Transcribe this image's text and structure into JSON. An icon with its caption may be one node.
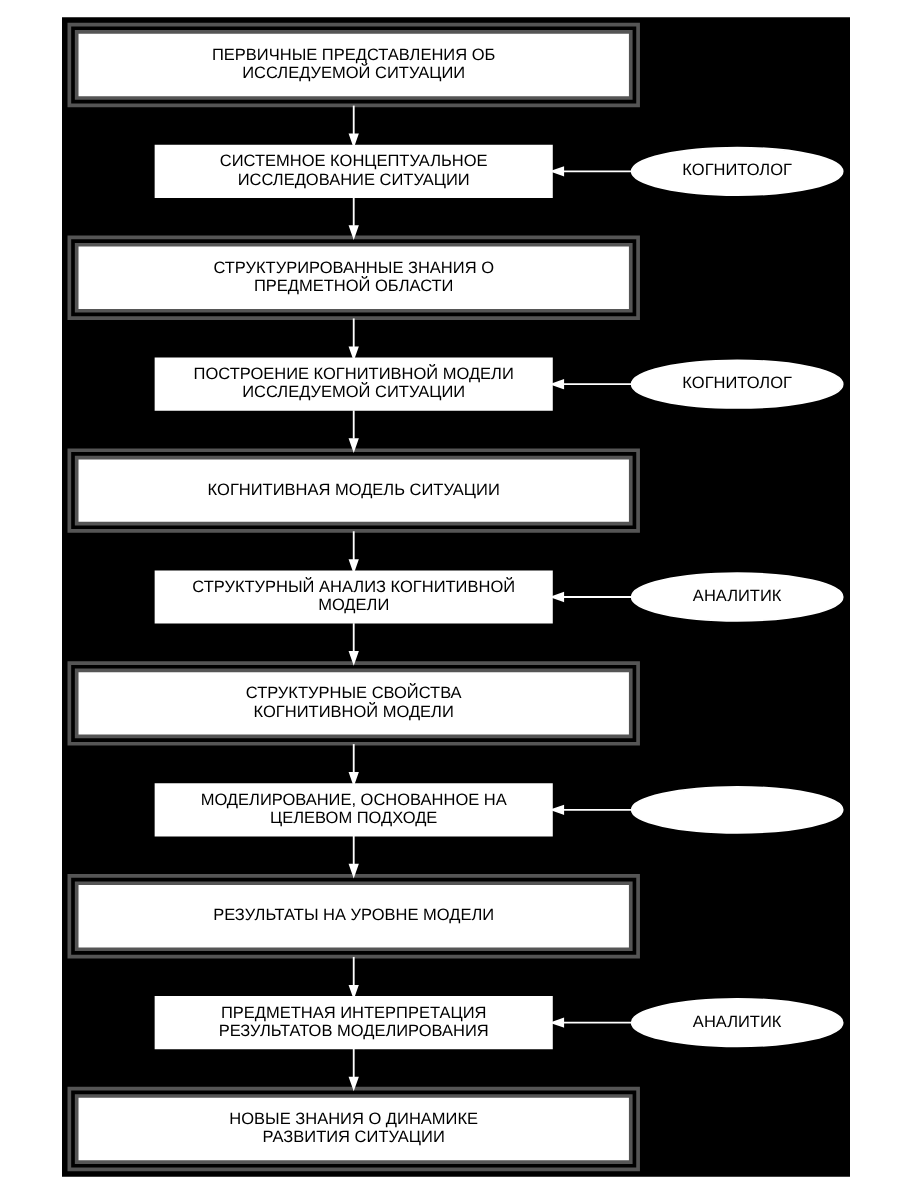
{
  "diagram": {
    "nodes": [
      {
        "text": [
          "ПЕРВИЧНЫЕ ПРЕДСТАВЛЕНИЯ ОБ ИССЛЕДУЕМОЙ СИТУАЦИИ"
        ]
      },
      {
        "text": [
          "СИСТЕМНОЕ КОНЦЕПТУАЛЬНОЕ ИССЛЕДОВАНИЕ СИТУАЦИИ"
        ]
      },
      {
        "text": [
          "КОГНИТОЛОГ"
        ]
      },
      {
        "text": [
          "СТРУКТУРИРОВАННЫЕ ЗНАНИЯ О ПРЕДМЕТНОЙ ОБЛАСТИ"
        ]
      },
      {
        "text": [
          "ПОСТРОЕНИЕ КОГНИТИВНОЙ МОДЕЛИ ИССЛЕДУЕМОЙ СИТУАЦИИ"
        ]
      },
      {
        "text": [
          "КОГНИТОЛОГ"
        ]
      },
      {
        "text": [
          "КОГНИТИВНАЯ МОДЕЛЬ СИТУАЦИИ"
        ]
      },
      {
        "text": [
          "СТРУКТУРНЫЙ АНАЛИЗ КОГНИТИВНОЙ МОДЕЛИ"
        ]
      },
      {
        "text": [
          "АНАЛИТИК"
        ]
      },
      {
        "text": [
          "СТРУКТУРНЫЕ СВОЙСТВА КОГНИТИВНОЙ МОДЕЛИ"
        ]
      },
      {
        "text": [
          "МОДЕЛИРОВАНИЕ, ОСНОВАННОЕ НА ЦЕЛЕВОМ ПОДХОДЕ"
        ]
      },
      {
        "text": [],
        "shape": "ellipse"
      },
      {
        "text": [
          "РЕЗУЛЬТАТЫ НА УРОВНЕ МОДЕЛИ"
        ]
      },
      {
        "text": [
          "ПРЕДМЕТНАЯ ИНТЕРПРЕТАЦИЯ РЕЗУЛЬТАТОВ МОДЕЛИРОВАНИЯ"
        ]
      },
      {
        "text": [
          "АНАЛИТИК"
        ]
      },
      {
        "text": [
          "НОВЫЕ ЗНАНИЯ О ДИНАМИКЕ РАЗВИТИЯ СИТУАЦИИ"
        ]
      }
    ],
    "edges": [
      {
        "from": 0,
        "to": 1,
        "arrow": "to"
      },
      {
        "from": 1,
        "to": 3,
        "arrow": "to"
      },
      {
        "from": 2,
        "to": 1,
        "arrow": "to"
      },
      {
        "from": 3,
        "to": 4,
        "arrow": "to"
      },
      {
        "from": 4,
        "to": 6,
        "arrow": "to"
      },
      {
        "from": 5,
        "to": 4,
        "arrow": "to"
      },
      {
        "from": 6,
        "to": 7,
        "arrow": "to"
      },
      {
        "from": 7,
        "to": 9,
        "arrow": "to"
      },
      {
        "from": 8,
        "to": 7,
        "arrow": "to"
      },
      {
        "from": 9,
        "to": 10,
        "arrow": "to"
      },
      {
        "from": 10,
        "to": 12,
        "arrow": "to"
      },
      {
        "from": 11,
        "to": 10,
        "arrow": "to"
      },
      {
        "from": 12,
        "to": 13,
        "arrow": "to"
      },
      {
        "from": 13,
        "to": 15,
        "arrow": "to"
      },
      {
        "from": 14,
        "to": 13,
        "arrow": "to"
      }
    ]
  }
}
